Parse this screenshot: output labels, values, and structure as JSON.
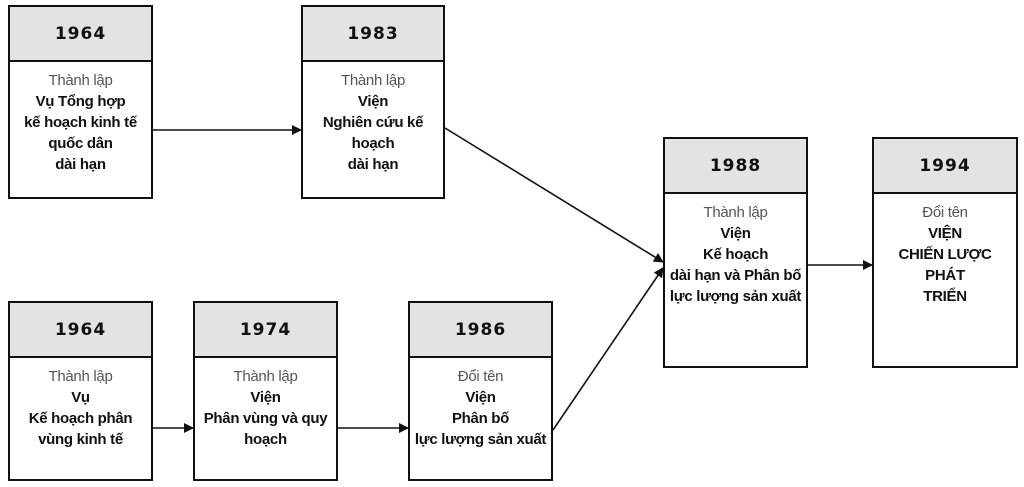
{
  "nodes": [
    {
      "id": "a",
      "year": "1964",
      "action": "Thành lập",
      "lines": [
        "Vụ Tổng hợp",
        "kế hoạch kinh tế",
        "quốc dân",
        "dài hạn"
      ]
    },
    {
      "id": "b",
      "year": "1983",
      "action": "Thành lập",
      "lines": [
        "Viện",
        "Nghiên cứu kế",
        "hoạch",
        "dài hạn"
      ]
    },
    {
      "id": "c",
      "year": "1988",
      "action": "Thành lập",
      "lines": [
        "Viện",
        "Kế hoạch",
        "dài hạn và Phân bố",
        "lực lượng sản xuất"
      ]
    },
    {
      "id": "d",
      "year": "1994",
      "action": "Đổi tên",
      "lines": [
        "VIỆN",
        "CHIẾN LƯỢC",
        "PHÁT",
        "TRIỂN"
      ]
    },
    {
      "id": "e",
      "year": "1964",
      "action": "Thành lập",
      "lines": [
        "Vụ",
        "Kế hoạch phân",
        "vùng kinh tế"
      ]
    },
    {
      "id": "f",
      "year": "1974",
      "action": "Thành lập",
      "lines": [
        "Viện",
        "Phân vùng và quy",
        "hoạch"
      ]
    },
    {
      "id": "g",
      "year": "1986",
      "action": "Đổi tên",
      "lines": [
        "Viện",
        "Phân bố",
        "lực lượng sản xuất"
      ]
    }
  ],
  "edges": [
    [
      "a",
      "b"
    ],
    [
      "b",
      "c"
    ],
    [
      "g",
      "c"
    ],
    [
      "c",
      "d"
    ],
    [
      "e",
      "f"
    ],
    [
      "f",
      "g"
    ]
  ]
}
